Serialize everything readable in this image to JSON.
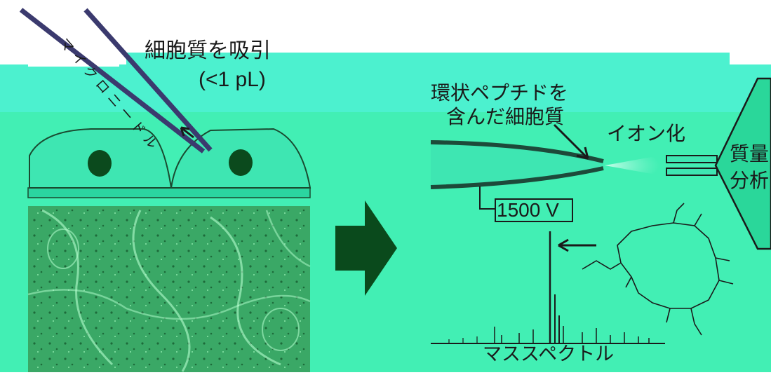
{
  "labels": {
    "aspirate": "細胞質を吸引",
    "volume": "(<1 pL)",
    "needle": "マイクロニードル",
    "cyclic_line1": "環状ペプチドを",
    "cyclic_line2": "含んだ細胞質",
    "ionize": "イオン化",
    "ms_line1": "質量",
    "ms_line2": "分析",
    "voltage": "1500 V",
    "spectrum": "マススペクトル"
  },
  "colors": {
    "background": "#4cf1cf",
    "cell_fill": "#3ee6b2",
    "nucleus": "#0b4a1d",
    "needle": "#3b3a6e",
    "arrow": "#0a4a1c",
    "micrograph": "#2f9f57"
  }
}
